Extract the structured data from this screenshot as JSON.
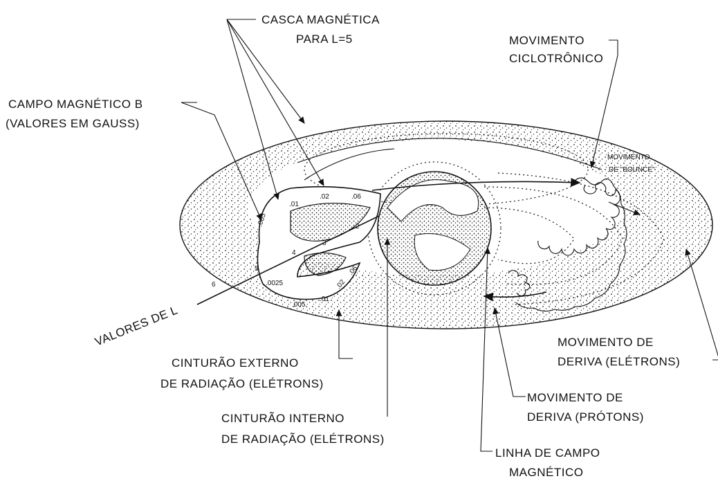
{
  "labels": {
    "casca_line1": "CASCA MAGNÉTICA",
    "casca_line2": "PARA L=5",
    "ciclo_line1": "MOVIMENTO",
    "ciclo_line2": "CICLOTRÔNICO",
    "campo_line1": "CAMPO MAGNÉTICO B",
    "campo_line2": "(VALORES EM GAUSS)",
    "bounce_line1": "MOVIMENTO",
    "bounce_line2": "DE \"BOUNCE\"",
    "valores_l": "VALORES DE L",
    "externo_line1": "CINTURÃO EXTERNO",
    "externo_line2": "DE RADIAÇÃO (ELÉTRONS)",
    "interno_line1": "CINTURÃO INTERNO",
    "interno_line2": "DE RADIAÇÃO (ELÉTRONS)",
    "deriva_e_line1": "MOVIMENTO DE",
    "deriva_e_line2": "DERIVA (ELÉTRONS)",
    "deriva_p_line1": "MOVIMENTO DE",
    "deriva_p_line2": "DERIVA (PRÓTONS)",
    "linha_line1": "LINHA DE CAMPO",
    "linha_line2": "MAGNÉTICO"
  },
  "field_values": [
    ".005",
    ".01",
    ".02",
    ".06",
    ".005",
    ".01",
    ".02",
    ".06",
    ".0025"
  ],
  "l_values": [
    "6",
    "5",
    "4",
    "3",
    "2"
  ]
}
